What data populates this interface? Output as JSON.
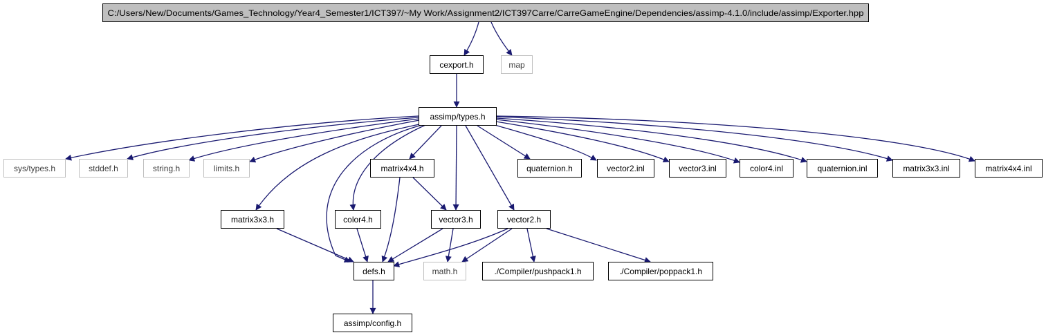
{
  "colors": {
    "edge": "#191970",
    "box_border": "#000000",
    "external_border": "#bfbfbf",
    "root_fill": "#bfbfbf",
    "node_fill": "#ffffff",
    "text": "#000000",
    "external_text": "#404040"
  },
  "nodes": {
    "root": {
      "label": "C:/Users/New/Documents/Games_Technology/Year4_Semester1/ICT397/~My Work/Assignment2/ICT397Carre/CarreGameEngine/Dependencies/assimp-4.1.0/include/assimp/Exporter.hpp",
      "kind": "root"
    },
    "cexport": {
      "label": "cexport.h",
      "kind": "documented"
    },
    "map": {
      "label": "map",
      "kind": "external"
    },
    "types": {
      "label": "assimp/types.h",
      "kind": "documented"
    },
    "sys_types": {
      "label": "sys/types.h",
      "kind": "external"
    },
    "stddef": {
      "label": "stddef.h",
      "kind": "external"
    },
    "string": {
      "label": "string.h",
      "kind": "external"
    },
    "limits": {
      "label": "limits.h",
      "kind": "external"
    },
    "matrix4x4_h": {
      "label": "matrix4x4.h",
      "kind": "documented"
    },
    "quaternion_h": {
      "label": "quaternion.h",
      "kind": "documented"
    },
    "vector2_inl": {
      "label": "vector2.inl",
      "kind": "documented"
    },
    "vector3_inl": {
      "label": "vector3.inl",
      "kind": "documented"
    },
    "color4_inl": {
      "label": "color4.inl",
      "kind": "documented"
    },
    "quaternion_inl": {
      "label": "quaternion.inl",
      "kind": "documented"
    },
    "matrix3x3_inl": {
      "label": "matrix3x3.inl",
      "kind": "documented"
    },
    "matrix4x4_inl": {
      "label": "matrix4x4.inl",
      "kind": "documented"
    },
    "matrix3x3_h": {
      "label": "matrix3x3.h",
      "kind": "documented"
    },
    "color4_h": {
      "label": "color4.h",
      "kind": "documented"
    },
    "vector3_h": {
      "label": "vector3.h",
      "kind": "documented"
    },
    "vector2_h": {
      "label": "vector2.h",
      "kind": "documented"
    },
    "defs": {
      "label": "defs.h",
      "kind": "documented"
    },
    "math": {
      "label": "math.h",
      "kind": "external"
    },
    "pushpack": {
      "label": "./Compiler/pushpack1.h",
      "kind": "documented"
    },
    "poppack": {
      "label": "./Compiler/poppack1.h",
      "kind": "documented"
    },
    "config": {
      "label": "assimp/config.h",
      "kind": "documented"
    }
  },
  "edges": [
    [
      "root",
      "cexport"
    ],
    [
      "root",
      "map"
    ],
    [
      "cexport",
      "types"
    ],
    [
      "types",
      "sys_types"
    ],
    [
      "types",
      "stddef"
    ],
    [
      "types",
      "string"
    ],
    [
      "types",
      "limits"
    ],
    [
      "types",
      "matrix3x3_h"
    ],
    [
      "types",
      "defs"
    ],
    [
      "types",
      "color4_h"
    ],
    [
      "types",
      "matrix4x4_h"
    ],
    [
      "types",
      "vector3_h"
    ],
    [
      "types",
      "vector2_h"
    ],
    [
      "types",
      "quaternion_h"
    ],
    [
      "types",
      "vector2_inl"
    ],
    [
      "types",
      "vector3_inl"
    ],
    [
      "types",
      "color4_inl"
    ],
    [
      "types",
      "quaternion_inl"
    ],
    [
      "types",
      "matrix3x3_inl"
    ],
    [
      "types",
      "matrix4x4_inl"
    ],
    [
      "matrix4x4_h",
      "vector3_h"
    ],
    [
      "matrix4x4_h",
      "defs"
    ],
    [
      "matrix3x3_h",
      "defs"
    ],
    [
      "color4_h",
      "defs"
    ],
    [
      "vector3_h",
      "defs"
    ],
    [
      "vector3_h",
      "math"
    ],
    [
      "vector2_h",
      "defs"
    ],
    [
      "vector2_h",
      "math"
    ],
    [
      "vector2_h",
      "pushpack"
    ],
    [
      "vector2_h",
      "poppack"
    ],
    [
      "defs",
      "config"
    ]
  ]
}
